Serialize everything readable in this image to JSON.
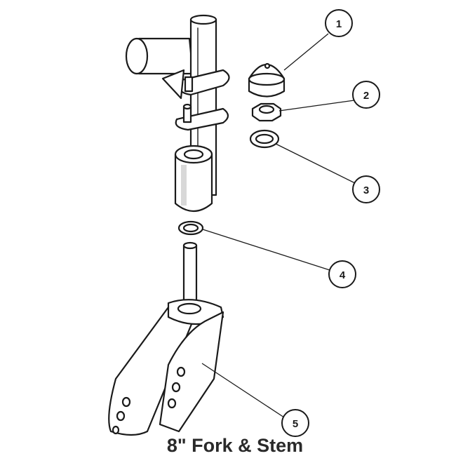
{
  "title": "8\" Fork & Stem",
  "callouts": [
    {
      "number": "1",
      "part": "cap"
    },
    {
      "number": "2",
      "part": "lock-nut"
    },
    {
      "number": "3",
      "part": "washer"
    },
    {
      "number": "4",
      "part": "washer"
    },
    {
      "number": "5",
      "part": "fork"
    }
  ]
}
